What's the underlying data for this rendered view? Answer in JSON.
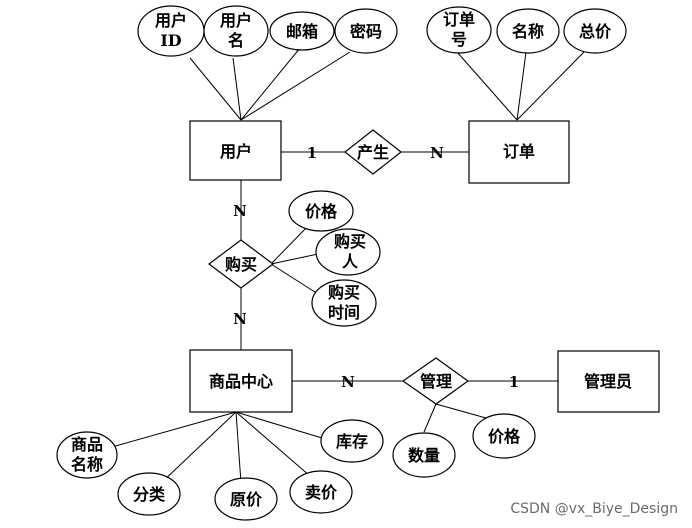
{
  "entities": {
    "user": "用户",
    "order": "订单",
    "goods_center": "商品中心",
    "admin": "管理员"
  },
  "relationships": {
    "produce": "产生",
    "buy": "购买",
    "manage": "管理"
  },
  "attributes": {
    "user_id": [
      "用户",
      "ID"
    ],
    "user_name": [
      "用户",
      "名"
    ],
    "email": [
      "邮箱"
    ],
    "password": [
      "密码"
    ],
    "order_no": [
      "订单",
      "号"
    ],
    "order_name": [
      "名称"
    ],
    "total_price": [
      "总价"
    ],
    "buy_price": [
      "价格"
    ],
    "buyer": [
      "购买",
      "人"
    ],
    "buy_time": [
      "购买",
      "时间"
    ],
    "goods_name": [
      "商品",
      "名称"
    ],
    "category": [
      "分类"
    ],
    "cost_price": [
      "原价"
    ],
    "sale_price": [
      "卖价"
    ],
    "stock": [
      "库存"
    ],
    "quantity": [
      "数量"
    ],
    "manage_price": [
      "价格"
    ]
  },
  "cardinalities": {
    "user_produce": "1",
    "produce_order": "N",
    "user_buy": "N",
    "buy_goods": "N",
    "goods_manage": "N",
    "manage_admin": "1"
  },
  "watermark": "CSDN @vx_Biye_Design"
}
